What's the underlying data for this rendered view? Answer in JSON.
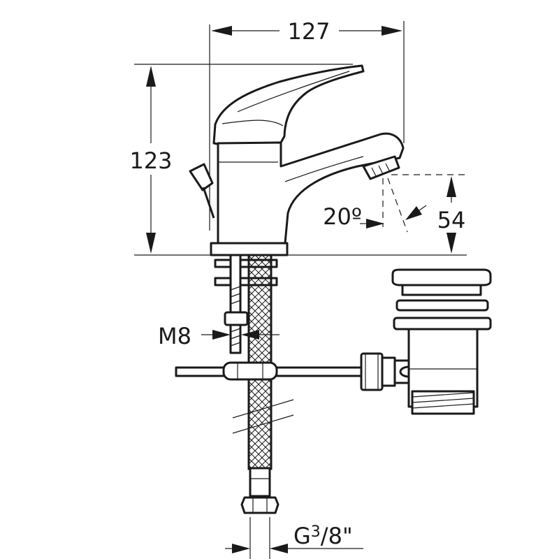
{
  "dimensions": {
    "width": "127",
    "height": "123",
    "spout_height": "54",
    "angle": "20º",
    "thread": "M8",
    "hose_connection": "G",
    "hose_connection_fraction_num": "3",
    "hose_connection_fraction_rest": "/8\""
  },
  "colors": {
    "line": "#1a1a1a",
    "background": "#ffffff"
  }
}
